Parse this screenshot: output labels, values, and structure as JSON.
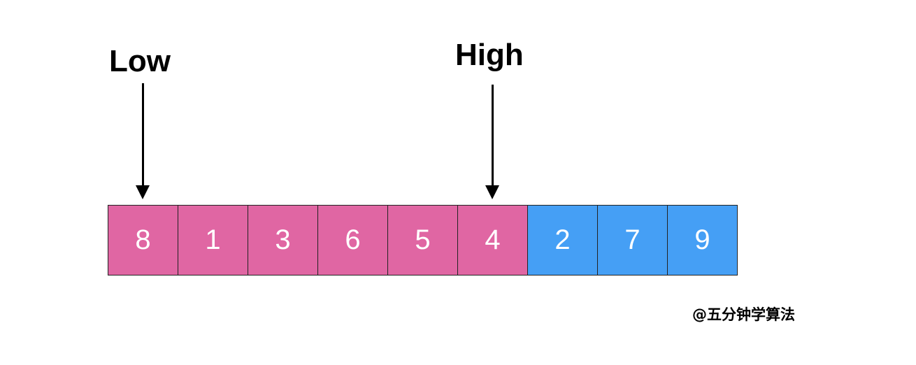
{
  "pointers": {
    "low": "Low",
    "high": "High"
  },
  "array": {
    "cells": [
      {
        "value": "8",
        "color": "#e066a3"
      },
      {
        "value": "1",
        "color": "#e066a3"
      },
      {
        "value": "3",
        "color": "#e066a3"
      },
      {
        "value": "6",
        "color": "#e066a3"
      },
      {
        "value": "5",
        "color": "#e066a3"
      },
      {
        "value": "4",
        "color": "#e066a3"
      },
      {
        "value": "2",
        "color": "#459ff5"
      },
      {
        "value": "7",
        "color": "#459ff5"
      },
      {
        "value": "9",
        "color": "#459ff5"
      }
    ]
  },
  "watermark": "@五分钟学算法"
}
